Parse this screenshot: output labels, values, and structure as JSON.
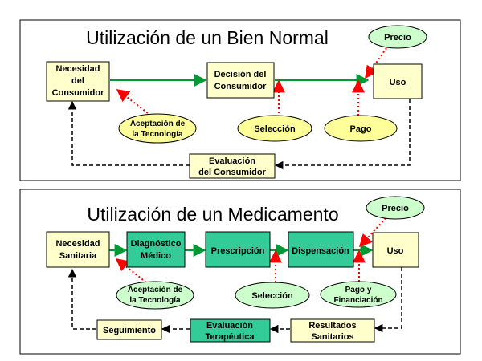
{
  "colors": {
    "box_yellow": "#FFFFCC",
    "box_teal": "#33CC99",
    "ellipse_yellow": "#FFFF99",
    "ellipse_green": "#CCFFCC",
    "arrow_green": "#009933",
    "arrow_red": "#FF0000",
    "border": "#000000"
  },
  "panel_top": {
    "title": "Utilización de un Bien Normal",
    "needs": [
      "Necesidad",
      "del",
      "Consumidor"
    ],
    "decision": [
      "Decisión del",
      "Consumidor"
    ],
    "use": "Uso",
    "price": "Precio",
    "tech": [
      "Aceptación de",
      "la Tecnología"
    ],
    "selection": "Selección",
    "payment": "Pago",
    "evaluation": [
      "Evaluación",
      "del Consumidor"
    ]
  },
  "panel_bottom": {
    "title": "Utilización de un Medicamento",
    "needs": [
      "Necesidad",
      "Sanitaria"
    ],
    "diagnosis": [
      "Diagnóstico",
      "Médico"
    ],
    "prescription": "Prescripción",
    "dispensing": "Dispensación",
    "use": "Uso",
    "price": "Precio",
    "tech": [
      "Aceptación de",
      "la Tecnología"
    ],
    "selection": "Selección",
    "payment": [
      "Pago y",
      "Financiación"
    ],
    "followup": "Seguimiento",
    "evaluation": [
      "Evaluación",
      "Terapéutica"
    ],
    "outcomes": [
      "Resultados",
      "Sanitarios"
    ]
  }
}
